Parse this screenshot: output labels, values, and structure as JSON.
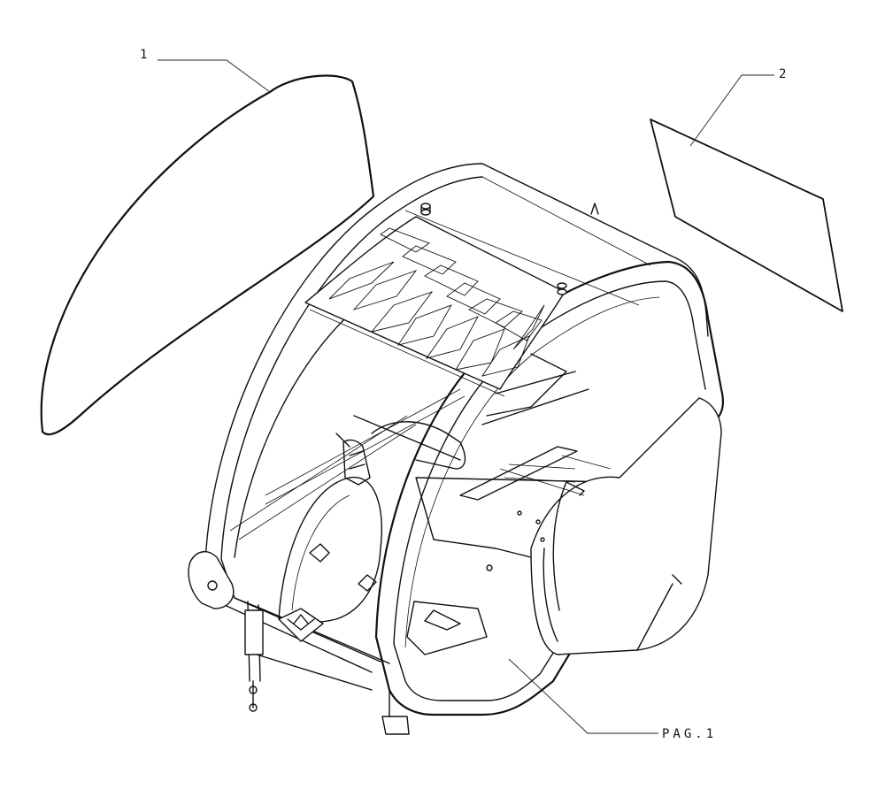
{
  "callouts": {
    "part_1": "1",
    "part_2": "2",
    "page_ref": "PAG.1"
  },
  "colors": {
    "line": "#111111",
    "background": "#ffffff"
  }
}
